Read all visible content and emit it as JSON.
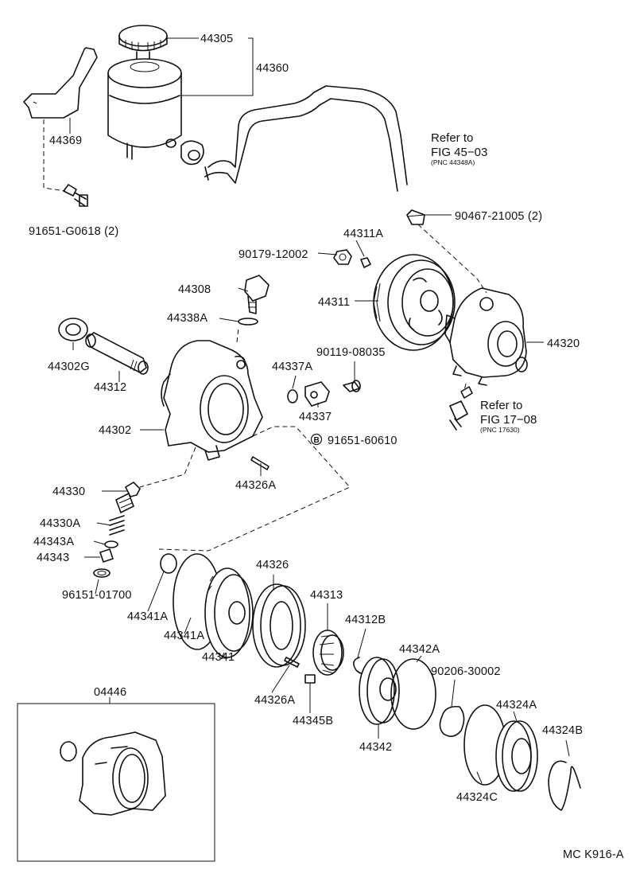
{
  "diagram": {
    "code": "MC K916-A",
    "kit_box_label": "04446",
    "refs": [
      {
        "line1": "Refer to",
        "line2": "FIG 45−03",
        "line3": "(PNC 44348A)"
      },
      {
        "line1": "Refer to",
        "line2": "FIG 17−08",
        "line3": "(PNC 17630)"
      }
    ],
    "bolt_marker": "B",
    "labels": {
      "p44305": "44305",
      "p44360": "44360",
      "p44369": "44369",
      "p91651g0618": "91651-G0618 (2)",
      "p90467": "90467-21005 (2)",
      "p44311a": "44311A",
      "p90179": "90179-12002",
      "p44308": "44308",
      "p44311": "44311",
      "p44338a": "44338A",
      "p44320": "44320",
      "p44302g": "44302G",
      "p90119": "90119-08035",
      "p44337a": "44337A",
      "p44312": "44312",
      "p44337": "44337",
      "p44302": "44302",
      "p91651_60610": "91651-60610",
      "p44330": "44330",
      "p44326a_top": "44326A",
      "p44330a": "44330A",
      "p44343a": "44343A",
      "p44343": "44343",
      "p96151": "96151-01700",
      "p44326": "44326",
      "p44313": "44313",
      "p44341a_1": "44341A",
      "p44341a_2": "44341A",
      "p44312b": "44312B",
      "p44341": "44341",
      "p44342a": "44342A",
      "p90206": "90206-30002",
      "p44326a_bot": "44326A",
      "p44345b": "44345B",
      "p44324a": "44324A",
      "p44342": "44342",
      "p44324b": "44324B",
      "p44324c": "44324C"
    }
  }
}
